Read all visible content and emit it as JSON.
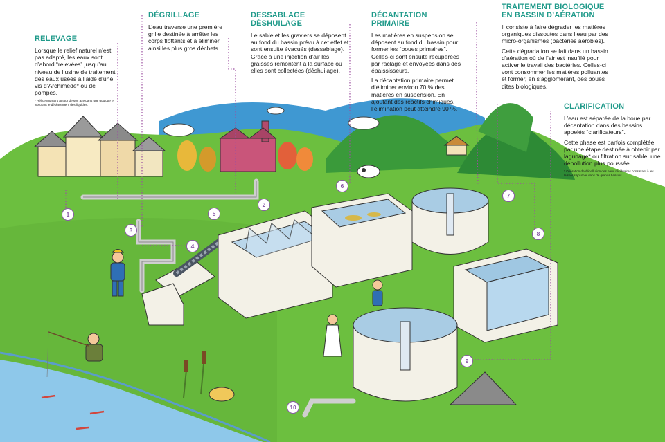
{
  "sections": {
    "relevage": {
      "title": "RELEVAGE",
      "text": "Lorsque le relief naturel n’est pas adapté, les eaux sont d’abord “relevées” jusqu’au niveau de l’usine de traitement des eaux usées à l’aide d’une vis d’Archimède* ou de pompes.",
      "note": "* Hélice tournant autour de son axe dans une goulotte et assurant le déplacement des liquides."
    },
    "degrillage": {
      "title": "DÉGRILLAGE",
      "text": "L’eau traverse une première grille destinée à arrêter les corps flottants et à éliminer ainsi les plus gros déchets."
    },
    "dessablage": {
      "title": "DESSABLAGE DÉSHUILAGE",
      "text": "Le sable et les graviers se déposent au fond du bassin prévu à cet effet et sont ensuite évacués (dessablage). Grâce à une injection d’air les graisses remontent à la surface où elles sont collectées (déshuilage)."
    },
    "decantation": {
      "title": "DÉCANTATION PRIMAIRE",
      "text1": "Les matières en suspension se déposent au fond du bassin pour former les “boues primaires”. Celles-ci sont ensuite récupérées par raclage et envoyées dans des épaississeurs.",
      "text2": "La décantation primaire permet d’éliminer environ 70 % des matières en suspension. En ajoutant des réactifs chimiques, l’élimination peut atteindre 90 %."
    },
    "traitement": {
      "title_line1": "TRAITEMENT BIOLOGIQUE",
      "title_line2": "EN BASSIN D’AÉRATION",
      "text1": "Il consiste à faire dégrader les matières organiques dissoutes dans l’eau par des micro-organismes (bactéries aérobies).",
      "text2": "Cette dégradation se fait dans un bassin d’aération où de l’air est insufflé pour activer le travail des bactéries. Celles-ci vont consommer les matières polluantes et former, en s’agglomérant, des boues dites biologiques."
    },
    "clarification": {
      "title": "CLARIFICATION",
      "text1": "L’eau est séparée de la boue par décantation dans des bassins appelés “clarificateurs”.",
      "text2": "Cette phase est parfois complétée par une étape destinée à obtenir par lagunage* ou filtration sur sable, une dépollution plus poussée.",
      "note": "* Opération de dépollution des eaux résiduaires consistant à les laisser séjourner dans de grands bassins."
    }
  },
  "markers": [
    "1",
    "2",
    "3",
    "4",
    "5",
    "6",
    "7",
    "8",
    "9",
    "10"
  ],
  "colors": {
    "heading": "#1f9a8a",
    "marker": "#8a5aa8",
    "grass": "#6cbf3f",
    "river": "#8ec8ea",
    "concrete": "#f3f1e7"
  }
}
